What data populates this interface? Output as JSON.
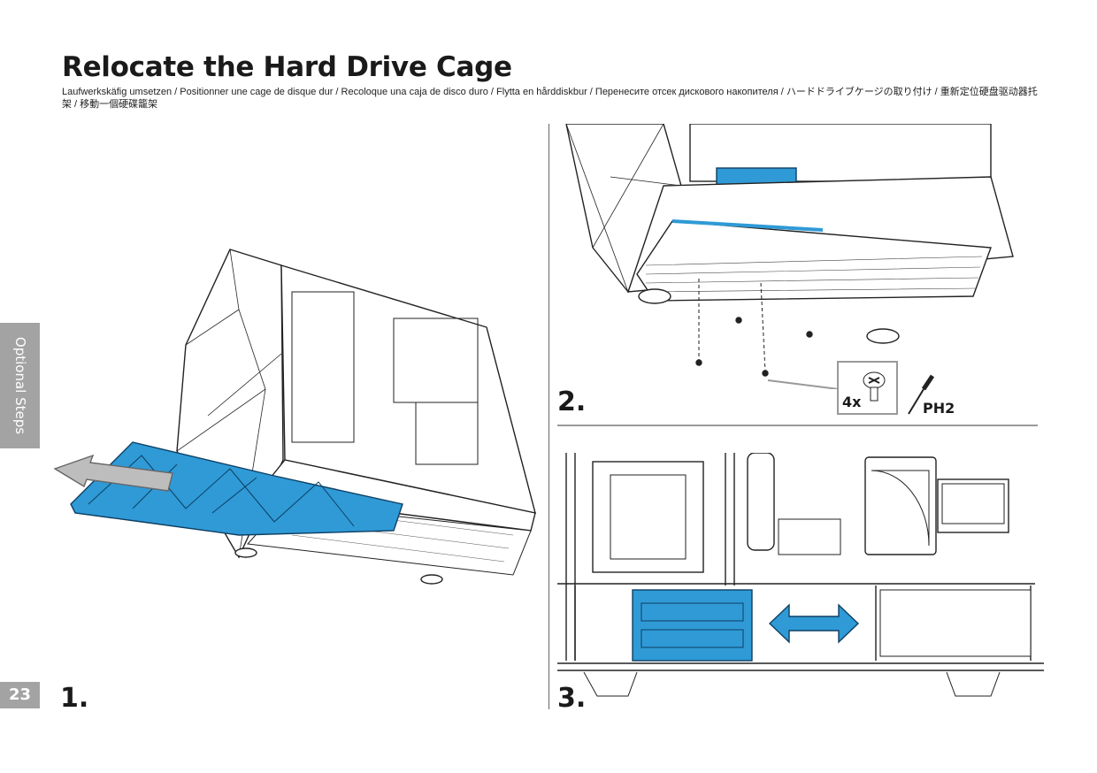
{
  "page": {
    "title": "Relocate the Hard Drive Cage",
    "subtitle": "Laufwerkskäfig umsetzen / Positionner une cage de disque dur / Recoloque una caja de disco duro / Flytta en hårddiskbur / Перенесите отсек дискового накопителя / ハードドライブケージの取り付け / 重新定位硬盘驱动器托架 / 移動一個硬碟籠架",
    "section_tab": "Optional Steps",
    "page_number": "23"
  },
  "steps": [
    {
      "number": "1."
    },
    {
      "number": "2.",
      "screw_count": "4x",
      "tool": "PH2"
    },
    {
      "number": "3."
    }
  ],
  "colors": {
    "accent": "#2f9ad6",
    "tab": "#a3a3a3",
    "arrow": "#bdbdbd"
  }
}
